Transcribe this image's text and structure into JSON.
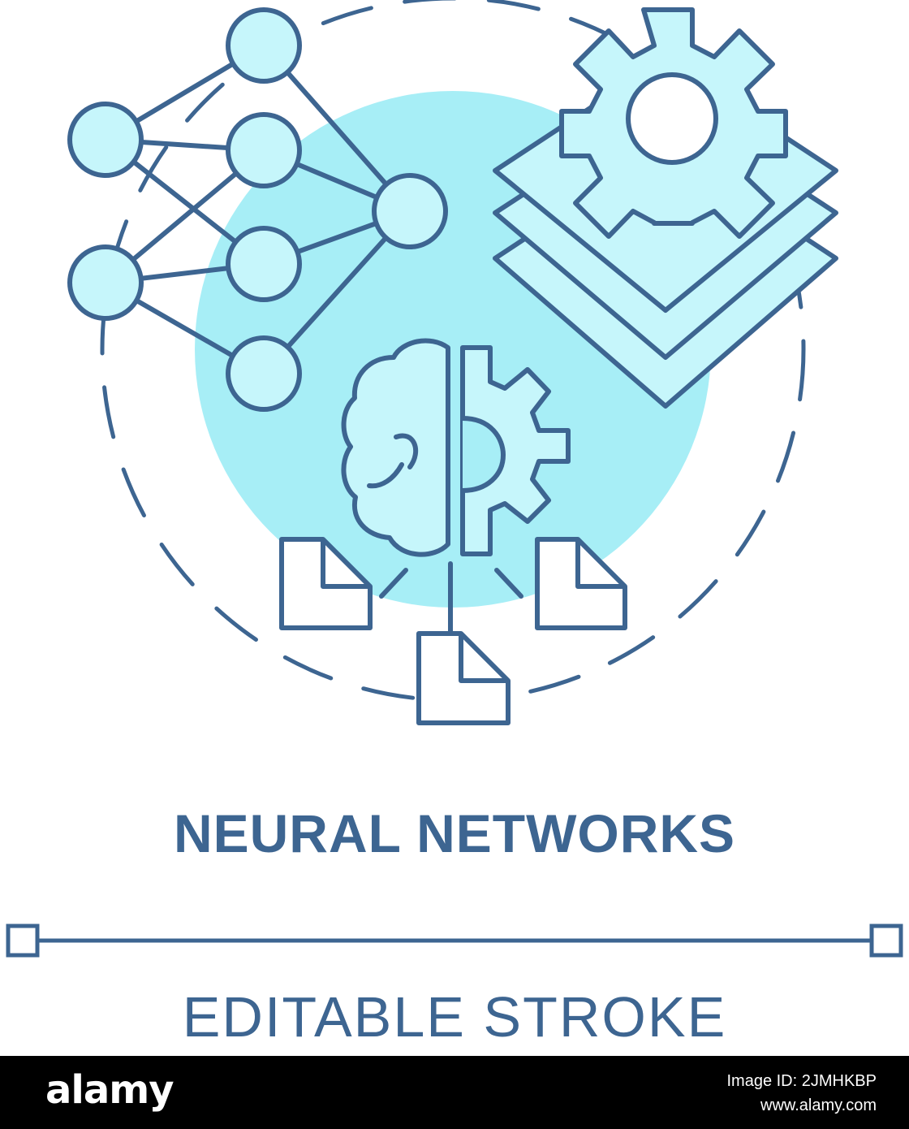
{
  "heading": "NEURAL NETWORKS",
  "subheading": "EDITABLE STROKE",
  "colors": {
    "stroke": "#3d6591",
    "fill": "#c6f6fb",
    "circle": "#a7eef6",
    "footer": "#000000"
  },
  "icons": [
    "neural-network-graph-icon",
    "gear-layers-icon",
    "brain-gear-icon",
    "document-icon"
  ],
  "footer": {
    "logo": "alamy",
    "image_id_label": "Image ID: 2JMHKBP",
    "site": "www.alamy.com"
  }
}
